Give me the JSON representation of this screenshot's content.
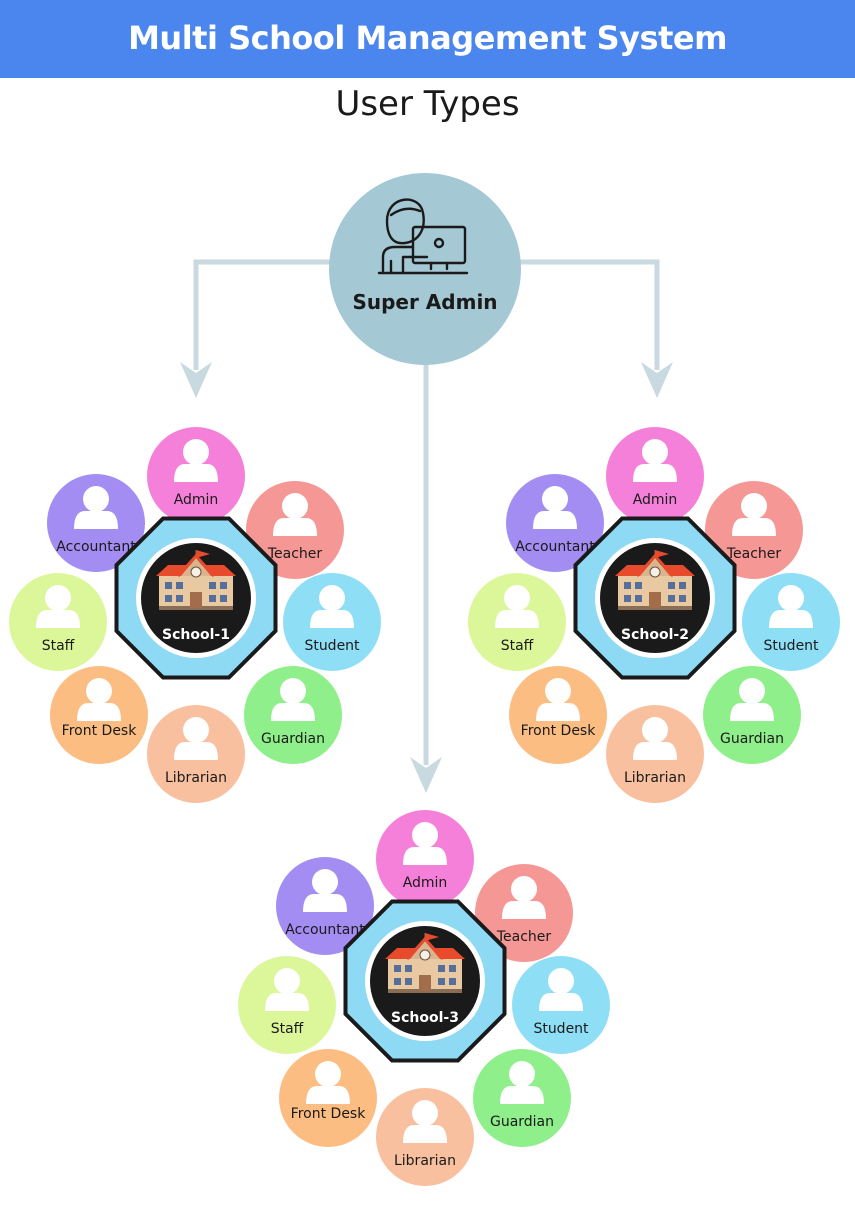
{
  "header": {
    "title": "Multi School Management System",
    "color": "#4a86ee"
  },
  "subtitle": "User Types",
  "super_admin": {
    "label": "Super Admin",
    "icon": "admin-computer-icon",
    "color": "#a5c8d5"
  },
  "arrow_color": "#c9d9e0",
  "schools": [
    {
      "label": "School-1",
      "icon": "school-building-icon",
      "roles": [
        {
          "label": "Admin",
          "color": "#f580d9"
        },
        {
          "label": "Teacher",
          "color": "#f59794"
        },
        {
          "label": "Student",
          "color": "#8edff6"
        },
        {
          "label": "Guardian",
          "color": "#8fef8a"
        },
        {
          "label": "Librarian",
          "color": "#f9c0a0"
        },
        {
          "label": "Front Desk",
          "color": "#fbbd82"
        },
        {
          "label": "Staff",
          "color": "#dcf79a"
        },
        {
          "label": "Accountant",
          "color": "#a38df2"
        }
      ]
    },
    {
      "label": "School-2",
      "icon": "school-building-icon",
      "roles": [
        {
          "label": "Admin",
          "color": "#f580d9"
        },
        {
          "label": "Teacher",
          "color": "#f59794"
        },
        {
          "label": "Student",
          "color": "#8edff6"
        },
        {
          "label": "Guardian",
          "color": "#8fef8a"
        },
        {
          "label": "Librarian",
          "color": "#f9c0a0"
        },
        {
          "label": "Front Desk",
          "color": "#fbbd82"
        },
        {
          "label": "Staff",
          "color": "#dcf79a"
        },
        {
          "label": "Accountant",
          "color": "#a38df2"
        }
      ]
    },
    {
      "label": "School-3",
      "icon": "school-building-icon",
      "roles": [
        {
          "label": "Admin",
          "color": "#f580d9"
        },
        {
          "label": "Teacher",
          "color": "#f59794"
        },
        {
          "label": "Student",
          "color": "#8edff6"
        },
        {
          "label": "Guardian",
          "color": "#8fef8a"
        },
        {
          "label": "Librarian",
          "color": "#f9c0a0"
        },
        {
          "label": "Front Desk",
          "color": "#fbbd82"
        },
        {
          "label": "Staff",
          "color": "#dcf79a"
        },
        {
          "label": "Accountant",
          "color": "#a38df2"
        }
      ]
    }
  ]
}
